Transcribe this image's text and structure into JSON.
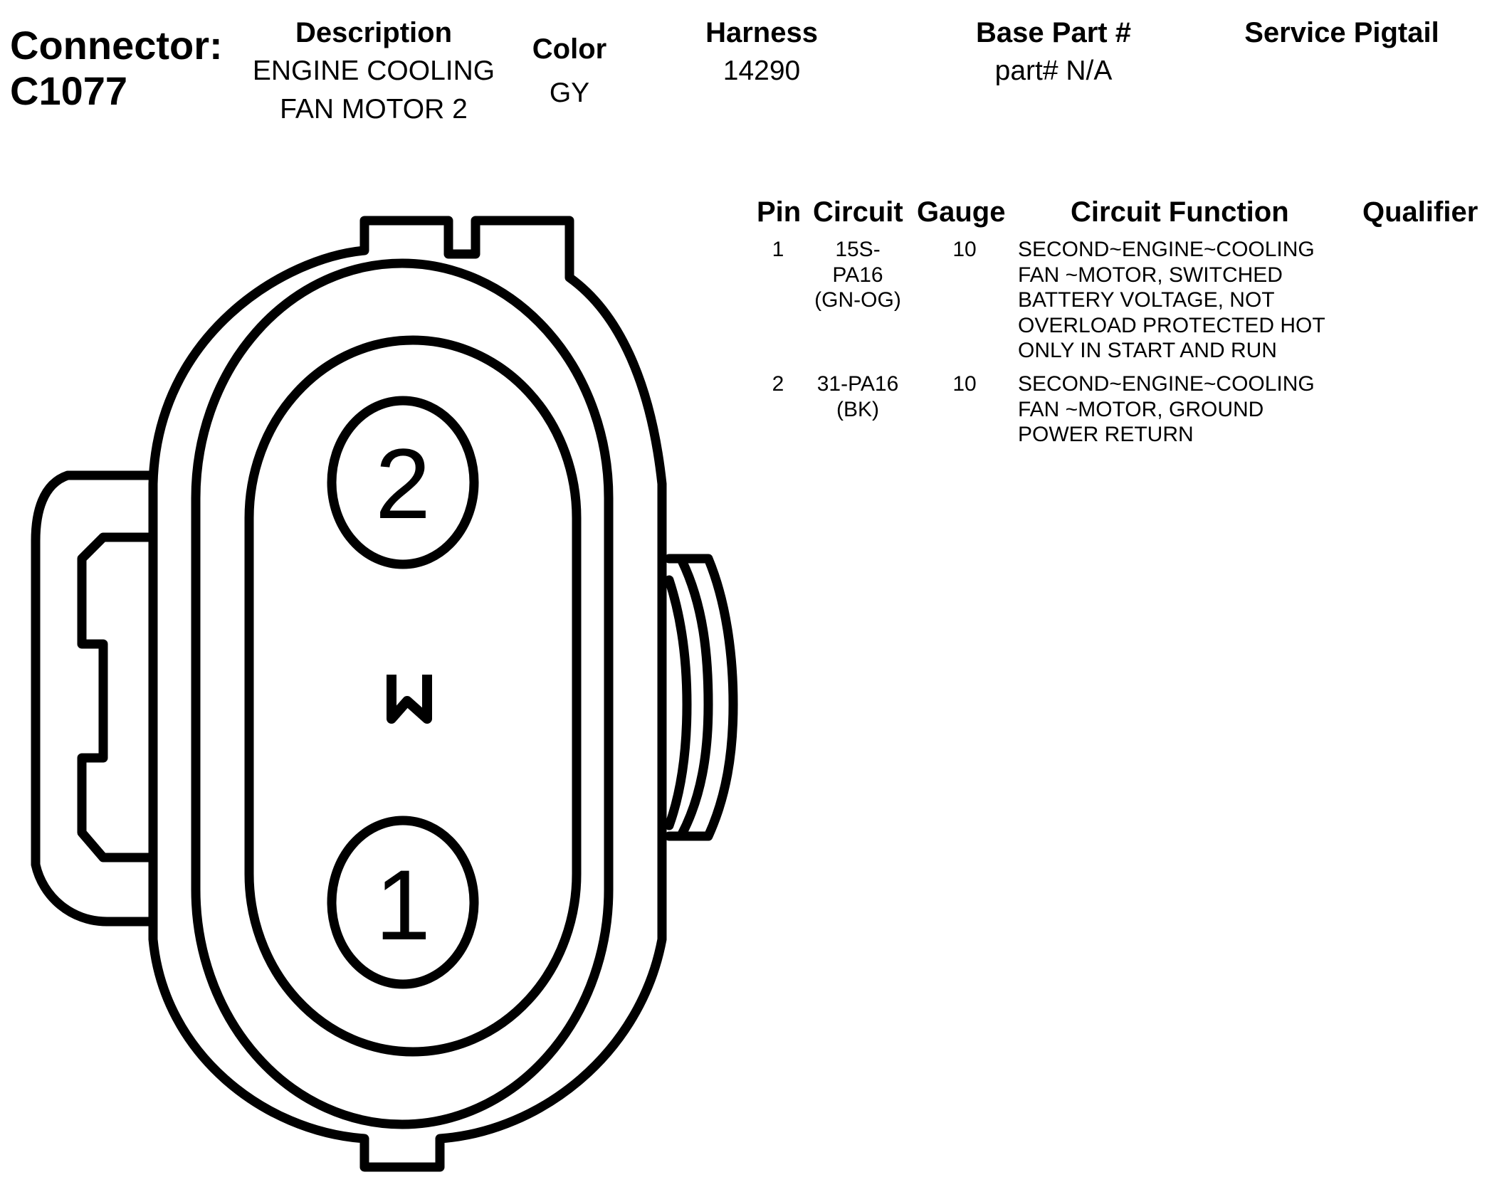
{
  "header": {
    "connector_label": "Connector:",
    "connector_id": "C1077",
    "description_label": "Description",
    "description_line1": "ENGINE COOLING",
    "description_line2": "FAN MOTOR 2",
    "color_label": "Color",
    "color_value": "GY",
    "harness_label": "Harness",
    "harness_value": "14290",
    "base_part_label": "Base Part #",
    "base_part_value": "part# N/A",
    "service_pigtail_label": "Service Pigtail"
  },
  "table": {
    "columns": [
      "Pin",
      "Circuit",
      "Gauge",
      "Circuit Function",
      "Qualifier"
    ],
    "rows": [
      {
        "pin": "1",
        "circuit": "15S-\nPA16\n(GN-OG)",
        "gauge": "10",
        "function": "SECOND~ENGINE~COOLING\nFAN ~MOTOR, SWITCHED\nBATTERY VOLTAGE, NOT\nOVERLOAD PROTECTED HOT\nONLY IN START AND RUN",
        "qualifier": ""
      },
      {
        "pin": "2",
        "circuit": "31-PA16\n(BK)",
        "gauge": "10",
        "function": "SECOND~ENGINE~COOLING\nFAN ~MOTOR, GROUND\nPOWER RETURN",
        "qualifier": ""
      }
    ]
  },
  "diagram": {
    "pin_top_label": "2",
    "pin_bottom_label": "1",
    "center_mark": "W"
  }
}
